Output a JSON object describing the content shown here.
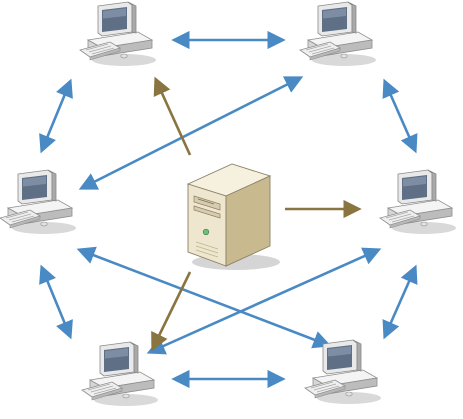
{
  "diagram": {
    "type": "network-topology",
    "server": {
      "icon": "server-tower-icon"
    },
    "nodes": [
      {
        "id": "pc-top-left",
        "icon": "desktop-computer-icon"
      },
      {
        "id": "pc-top-right",
        "icon": "desktop-computer-icon"
      },
      {
        "id": "pc-mid-left",
        "icon": "desktop-computer-icon"
      },
      {
        "id": "pc-mid-right",
        "icon": "desktop-computer-icon"
      },
      {
        "id": "pc-bottom-left",
        "icon": "desktop-computer-icon"
      },
      {
        "id": "pc-bottom-right",
        "icon": "desktop-computer-icon"
      }
    ],
    "peer_links": [
      {
        "from": "pc-top-left",
        "to": "pc-top-right",
        "direction": "both"
      },
      {
        "from": "pc-top-left",
        "to": "pc-mid-left",
        "direction": "both"
      },
      {
        "from": "pc-top-right",
        "to": "pc-mid-right",
        "direction": "both"
      },
      {
        "from": "pc-mid-left",
        "to": "pc-bottom-left",
        "direction": "both"
      },
      {
        "from": "pc-mid-right",
        "to": "pc-bottom-right",
        "direction": "both"
      },
      {
        "from": "pc-bottom-left",
        "to": "pc-bottom-right",
        "direction": "both"
      },
      {
        "from": "pc-top-right",
        "to": "pc-mid-left",
        "direction": "both"
      },
      {
        "from": "pc-mid-left",
        "to": "pc-bottom-right",
        "direction": "both"
      },
      {
        "from": "pc-mid-right",
        "to": "pc-bottom-left",
        "direction": "both"
      }
    ],
    "server_links": [
      {
        "to": "pc-top-left",
        "direction": "one-way"
      },
      {
        "to": "pc-mid-right",
        "direction": "one-way"
      },
      {
        "to": "pc-bottom-left",
        "direction": "one-way"
      }
    ],
    "colors": {
      "peer_link": "#4a8ac4",
      "server_link": "#8a7440",
      "monitor_body": "#e9e9e9",
      "monitor_shadow": "#9b9b9b",
      "screen": "#5e6f86",
      "server_body": "#efe6cf",
      "server_side": "#c9b98f"
    }
  }
}
